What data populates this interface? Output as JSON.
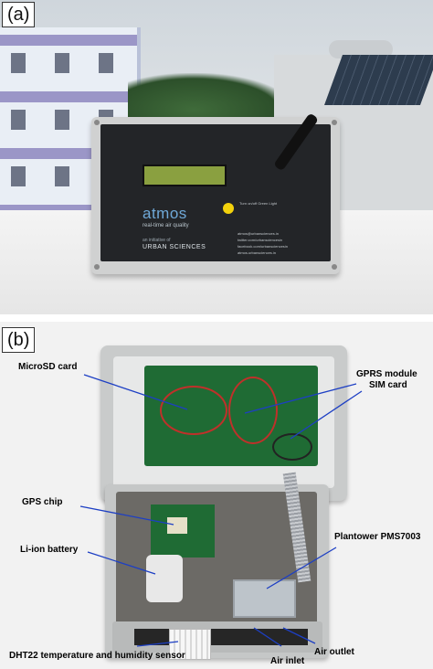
{
  "panel_a": {
    "label": "(a)",
    "device": {
      "brand": "atmos",
      "tagline": "real-time air quality",
      "initiative": "an initiative of",
      "org": "URBAN SCIENCES",
      "switch_label": "Turn on/off Green Light",
      "contact_lines": [
        "atmos@urbansciences.in",
        "twitter.com/urbansciencesin",
        "facebook.com/urbansciencesin",
        "atmos.urbansciences.in"
      ]
    }
  },
  "panel_b": {
    "label": "(b)",
    "annotations": {
      "microsd": "MicroSD card",
      "gprs_1": "GPRS module",
      "gprs_2": "SIM card",
      "gps": "GPS chip",
      "battery": "Li-ion battery",
      "plantower": "Plantower PMS7003",
      "dht22": "DHT22 temperature and humidity sensor",
      "air_inlet": "Air inlet",
      "air_outlet": "Air outlet"
    },
    "arrow_color": "#1d3fc4"
  }
}
